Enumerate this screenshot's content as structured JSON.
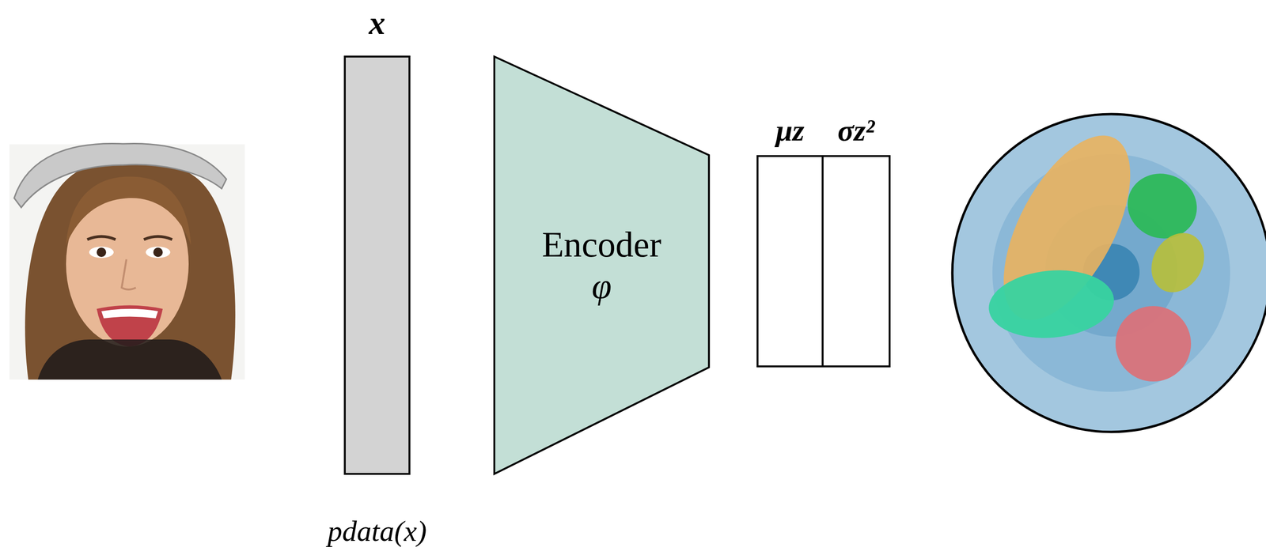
{
  "diagram": {
    "nodes": [
      {
        "text": [
          "x",
          "pdata(x)"
        ]
      },
      {
        "text": [
          "Encoder",
          "φ"
        ]
      },
      {
        "text": [
          "μz"
        ]
      },
      {
        "text": [
          "σz²"
        ]
      }
    ]
  }
}
